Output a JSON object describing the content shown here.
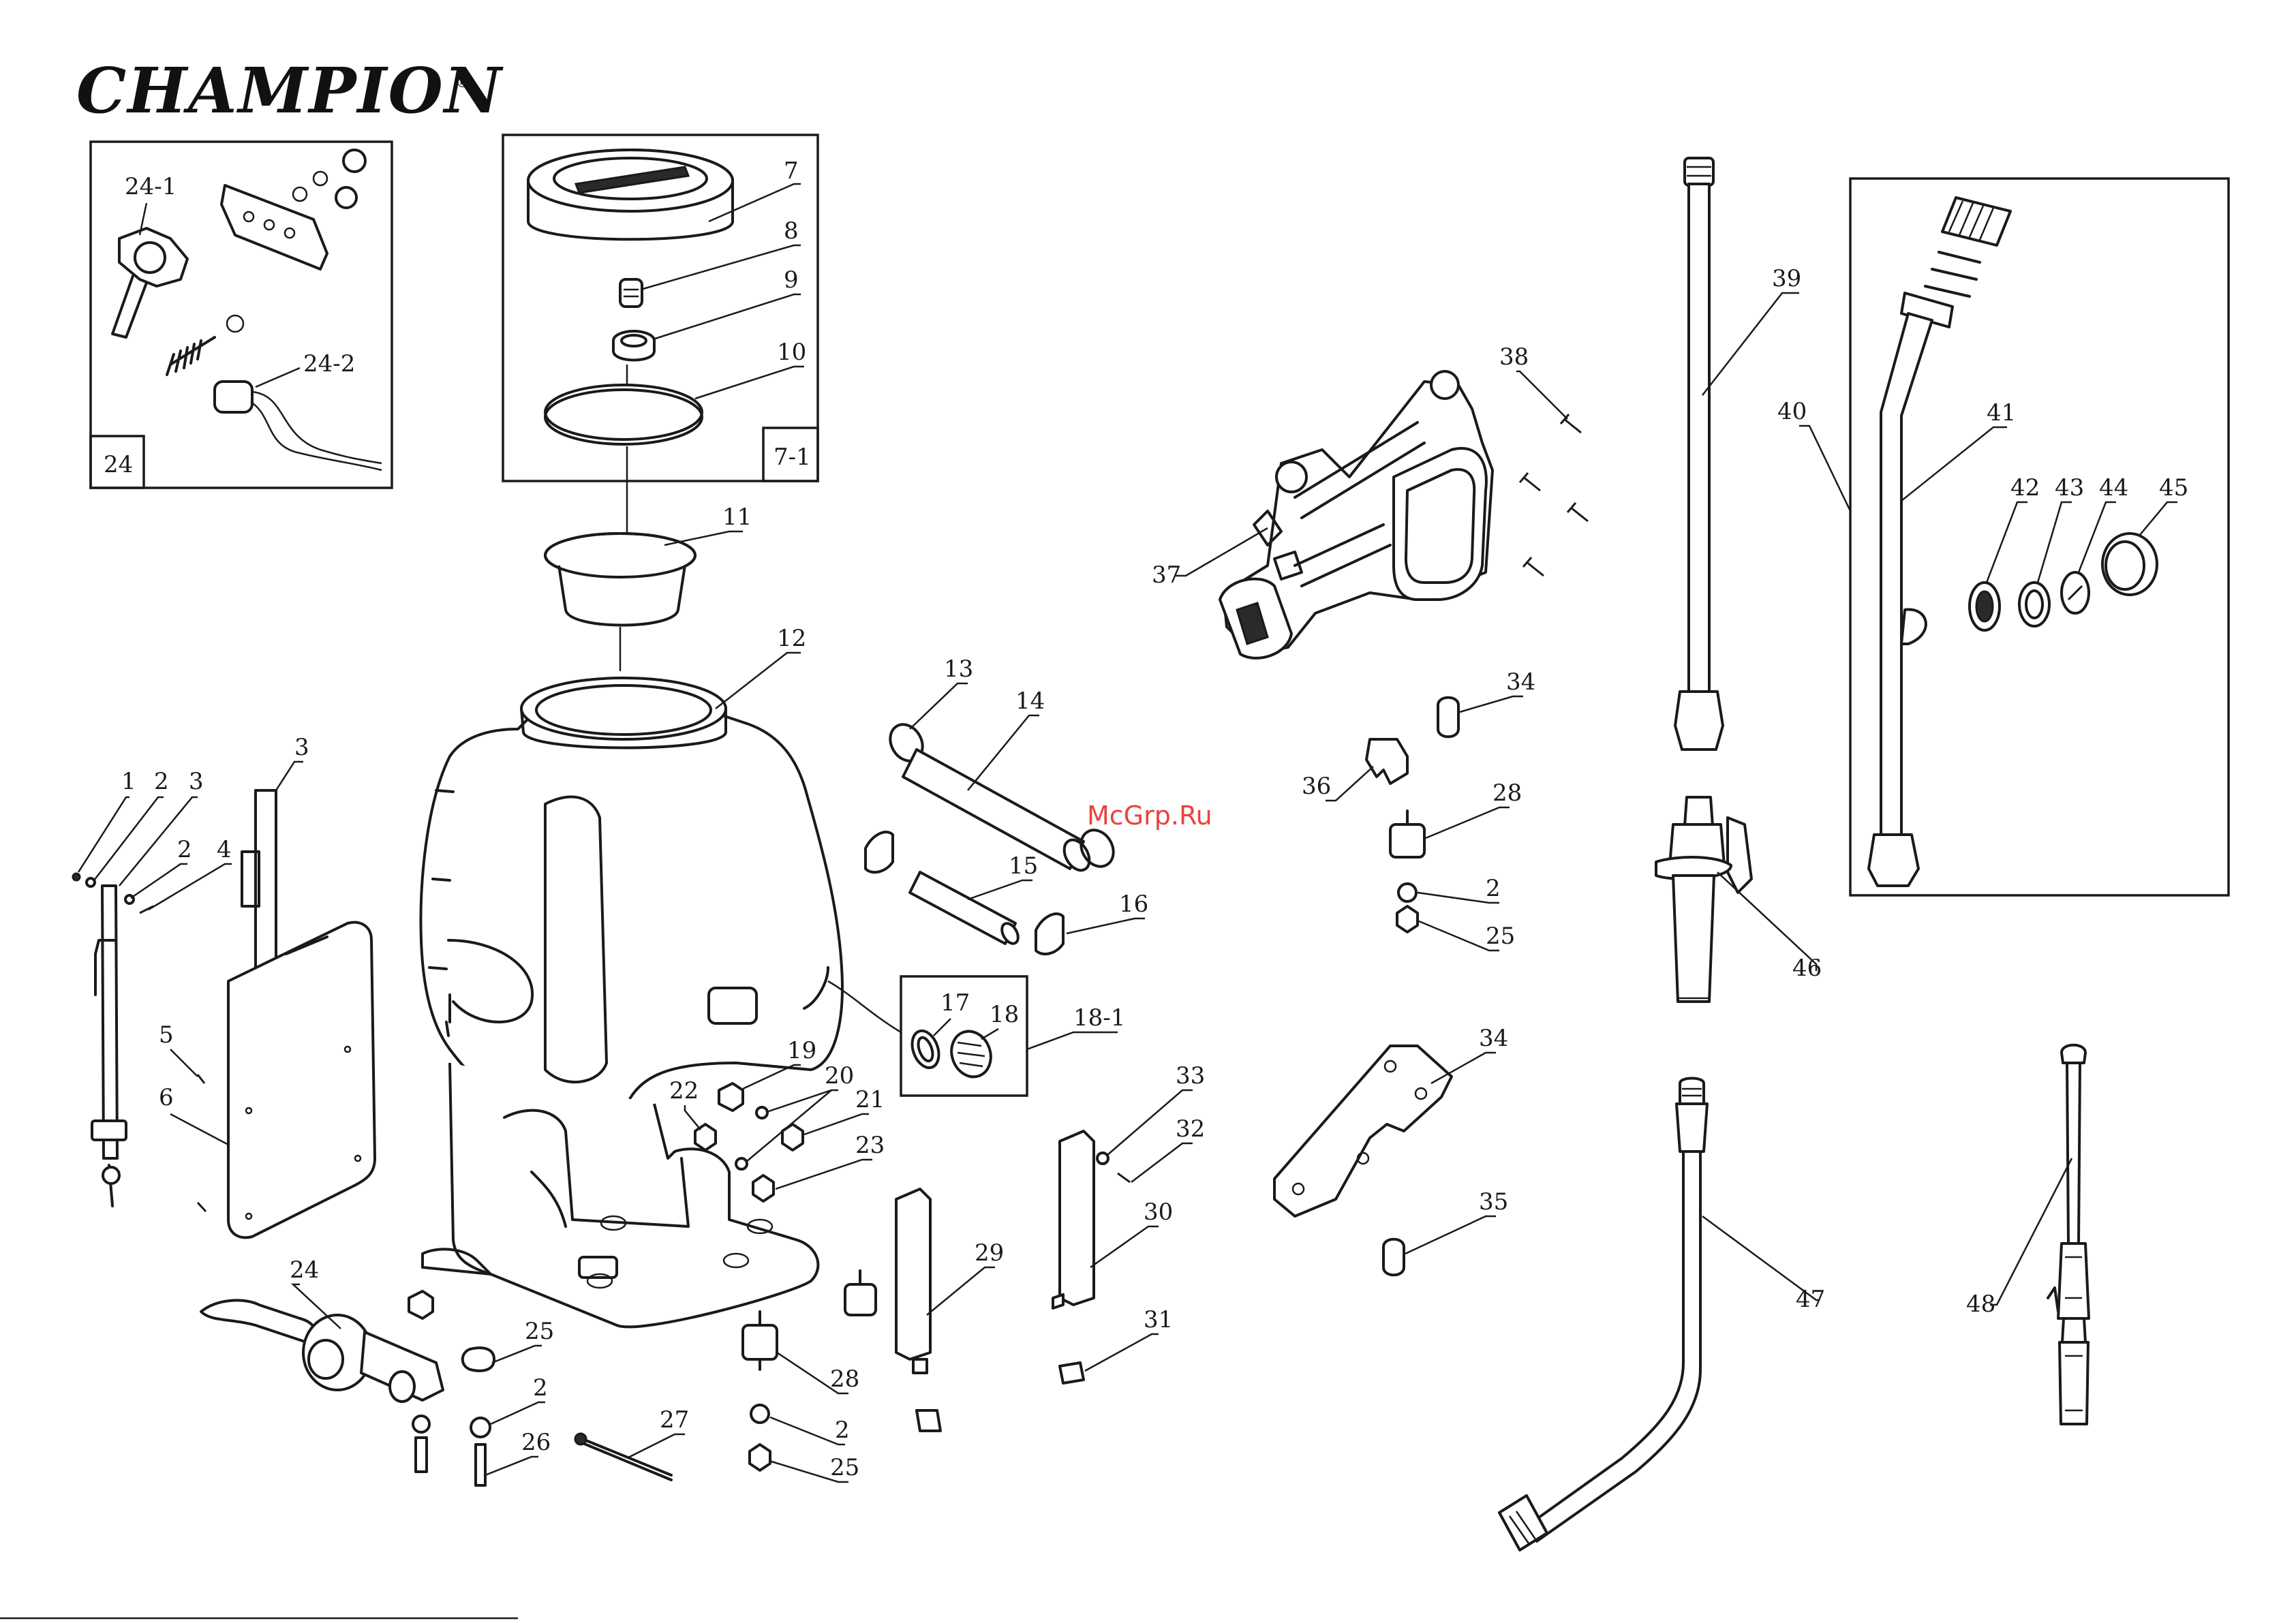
{
  "brand": {
    "logo_text": "CHAMPION",
    "registered_mark": "®"
  },
  "watermark": "McGrp.Ru",
  "colors": {
    "ink": "#1a1a1a",
    "watermark": "#e8443a",
    "background": "#ffffff"
  },
  "boxes": {
    "box_24": {
      "tag": "24",
      "parts": [
        "24-1",
        "24-2"
      ]
    },
    "box_7_1": {
      "tag": "7-1",
      "parts": [
        "7",
        "8",
        "9",
        "10"
      ]
    },
    "box_18_1": {
      "tag": "18-1",
      "parts": [
        "17",
        "18"
      ]
    },
    "box_40": {
      "tag": "40",
      "parts": [
        "41",
        "42",
        "43",
        "44",
        "45"
      ]
    }
  },
  "callouts": [
    "1",
    "2",
    "3",
    "3",
    "2",
    "4",
    "5",
    "6",
    "7",
    "8",
    "9",
    "10",
    "11",
    "12",
    "13",
    "14",
    "15",
    "16",
    "17",
    "18",
    "18-1",
    "19",
    "20",
    "21",
    "22",
    "23",
    "24",
    "24",
    "24-1",
    "24-2",
    "25",
    "2",
    "26",
    "27",
    "28",
    "2",
    "25",
    "29",
    "30",
    "31",
    "32",
    "33",
    "34",
    "35",
    "34",
    "36",
    "28",
    "2",
    "25",
    "37",
    "38",
    "39",
    "40",
    "41",
    "42",
    "43",
    "44",
    "45",
    "46",
    "47",
    "48",
    "7-1"
  ]
}
